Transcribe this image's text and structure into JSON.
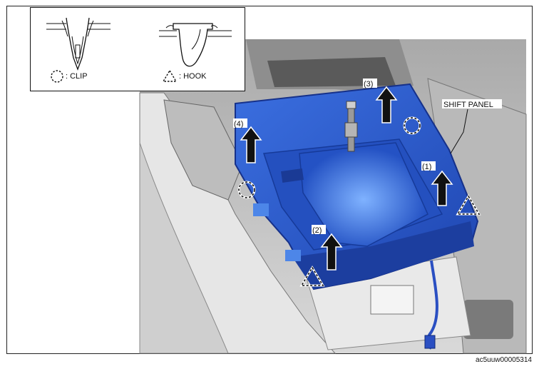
{
  "legend": {
    "clip_label": ": CLIP",
    "hook_label": ": HOOK"
  },
  "labels": {
    "part_name": "SHIFT PANEL",
    "step_1": "(1)",
    "step_2": "(2)",
    "step_3": "(3)",
    "step_4": "(4)"
  },
  "figure_id": "ac5uuw00005314",
  "colors": {
    "panel": "#2f5fd0",
    "panel_dark": "#1d3f9e",
    "arrow": "#111111",
    "interior": "#d6d6d6"
  }
}
